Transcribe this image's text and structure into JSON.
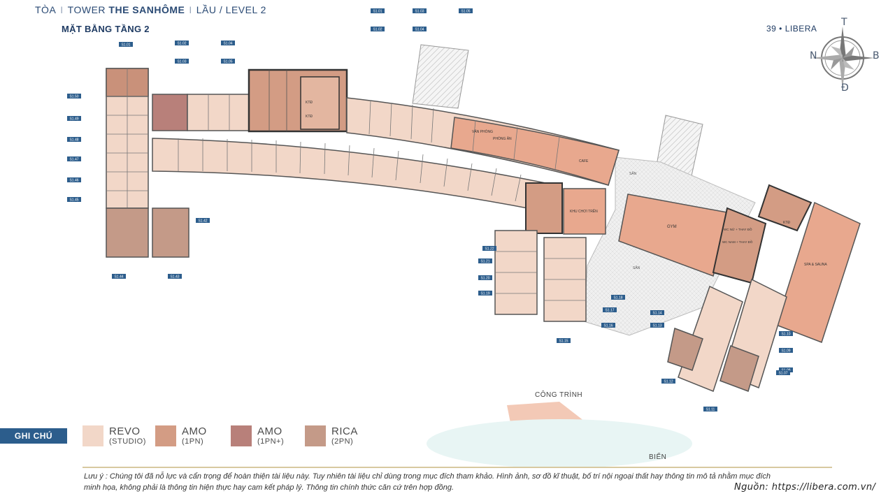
{
  "header": {
    "label_toa": "TÒA",
    "label_tower": "TOWER",
    "tower_name": "THE SANHÔME",
    "label_floor": "LẦU / LEVEL 2"
  },
  "plan_title": "MẶT BẰNG TẦNG 2",
  "brand": "39 • LIBERA",
  "compass": {
    "north": "T",
    "west": "N",
    "east": "B",
    "south": "Đ"
  },
  "areas": {
    "van_phong": "VĂN PHÒNG",
    "phong_an": "PHÒNG ĂN",
    "cafe": "CAFE",
    "gym": "GYM",
    "spa": "SPA & SAUNA",
    "khu_choi": "KHU CHƠI TRÊN",
    "wc_nam": "WC NAM + THAY ĐỒ",
    "wc_nu": "WC NỮ + THAY ĐỒ",
    "cong_trinh": "CÔNG TRÌNH",
    "bien": "BIỂN",
    "san1": "SÂN",
    "san2": "SÂN",
    "ktd1": "KTĐ",
    "ktd2": "KTĐ",
    "ktd3": "KTĐ"
  },
  "unit_tags": [
    "S1.01",
    "S1.02",
    "S1.03",
    "S1.04",
    "S1.05",
    "S1.01",
    "S1.02",
    "S1.03",
    "S1.04",
    "S1.05",
    "S1.50",
    "S1.49",
    "S1.48",
    "S1.47",
    "S1.46",
    "S1.45",
    "S1.44",
    "S1.43",
    "S1.42",
    "S1.22",
    "S1.21",
    "S1.20",
    "S1.19",
    "S1.18",
    "S1.17",
    "S1.16",
    "S1.15",
    "S1.14",
    "S1.13",
    "S1.12",
    "S1.11",
    "S1.10",
    "S1.09",
    "S1.08",
    "S1.07"
  ],
  "legend": {
    "title": "GHI CHÚ",
    "items": [
      {
        "name": "REVO",
        "sub": "(STUDIO)",
        "color": "#f2d7c8"
      },
      {
        "name": "AMO",
        "sub": "(1PN)",
        "color": "#d39c84"
      },
      {
        "name": "AMO",
        "sub": "(1PN+)",
        "color": "#b8807a"
      },
      {
        "name": "RICA",
        "sub": "(2PN)",
        "color": "#c49a88"
      }
    ]
  },
  "disclaimer": {
    "line1": "Lưu ý :  Chúng tôi đã nỗ lực và cẩn trọng để hoàn thiện tài liệu này. Tuy nhiên tài liệu chỉ dùng trong mục đích tham khảo. Hình ảnh, sơ đồ kĩ thuật, bố trí nội ngoại thất hay thông tin mô tả nhằm mục đích",
    "line2": "minh họa, không phải là thông tin hiện thực hay cam kết pháp lý. Thông tin chính thức căn cứ trên hợp đồng."
  },
  "source": "Nguồn: https://libera.com.vn/",
  "colors": {
    "studio": "#f2d7c8",
    "one_bed": "#d39c84",
    "one_bed_plus": "#b8807a",
    "two_bed": "#c49a88",
    "amenity": "#e8a88e",
    "tag": "#2c5d8c"
  }
}
